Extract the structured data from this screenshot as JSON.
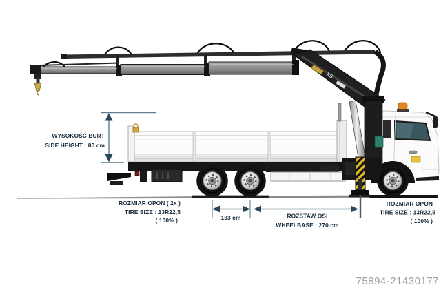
{
  "image": {
    "subject": "flatbed dropside truck with knuckle-boom loader crane, side view, dimension diagram"
  },
  "annotations": {
    "side_height": {
      "line1": "WYSOKOŚĆ BURT",
      "line2": "SIDE HEIGHT : 80 cm",
      "value_cm": 80
    },
    "axle_spacing": {
      "label": "133 cm",
      "value_cm": 133
    },
    "wheelbase": {
      "line1": "ROZSTAW OSI",
      "line2": "WHEELBASE : 270 cm",
      "value_cm": 270
    },
    "rear_tires": {
      "line1": "ROZMIAR OPON ( 2x )",
      "line2": "TIRE SIZE : 13R22,5",
      "line3": "( 100% )",
      "tire_size": "13R22,5",
      "condition_percent": 100
    },
    "front_tires": {
      "line1": "ROZMIAR OPON",
      "line2": "TIRE SIZE : 13R22,5",
      "line3": "( 100% )",
      "tire_size": "13R22,5",
      "condition_percent": 100
    }
  },
  "crane": {
    "logo": "XS"
  },
  "watermark": {
    "text": "75894-21430177"
  },
  "colors": {
    "background": "#ffffff",
    "dimension_line": "#5d7d8d",
    "dimension_arrow": "#2c4758",
    "dimension_text": "#16293b",
    "watermark_text": "#9e9e9e",
    "beacon_orange": "#e2861e",
    "hazard_yellow": "#e0b422",
    "hook_yellow": "#caa84c",
    "truck_white": "#fbfbfb",
    "crane_black": "#1f1f1f"
  }
}
